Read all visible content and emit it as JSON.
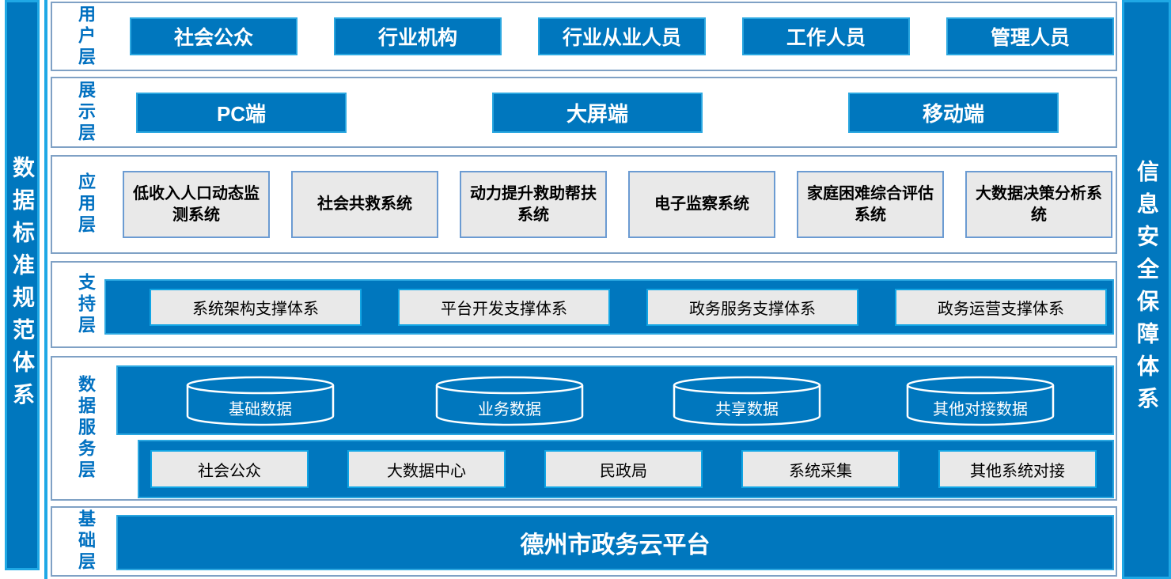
{
  "colors": {
    "primary_blue": "#0077BE",
    "cyan_border": "#1FA8E5",
    "panel_border": "#7FA1C5",
    "gray_box_fill": "#E9E9E9",
    "gray_box_border_app": "#6B9BD2",
    "layer_label_blue": "#0070C0"
  },
  "left_sidebar": {
    "label": "数据标准规范体系"
  },
  "right_sidebar": {
    "label": "信息安全保障体系"
  },
  "layers": [
    {
      "label": "用户层",
      "items": [
        "社会公众",
        "行业机构",
        "行业从业人员",
        "工作人员",
        "管理人员"
      ]
    },
    {
      "label": "展示层",
      "items": [
        "PC端",
        "大屏端",
        "移动端"
      ]
    },
    {
      "label": "应用层",
      "items": [
        "低收入人口动态监测系统",
        "社会共救系统",
        "动力提升救助帮扶系统",
        "电子监察系统",
        "家庭困难综合评估系统",
        "大数据决策分析系统"
      ]
    },
    {
      "label": "支持层",
      "items": [
        "系统架构支撑体系",
        "平台开发支撑体系",
        "政务服务支撑体系",
        "政务运营支撑体系"
      ]
    },
    {
      "label": "数据服务层",
      "databases": [
        "基础数据",
        "业务数据",
        "共享数据",
        "其他对接数据"
      ],
      "sources": [
        "社会公众",
        "大数据中心",
        "民政局",
        "系统采集",
        "其他系统对接"
      ]
    },
    {
      "label": "基础层",
      "platform": "德州市政务云平台"
    }
  ]
}
